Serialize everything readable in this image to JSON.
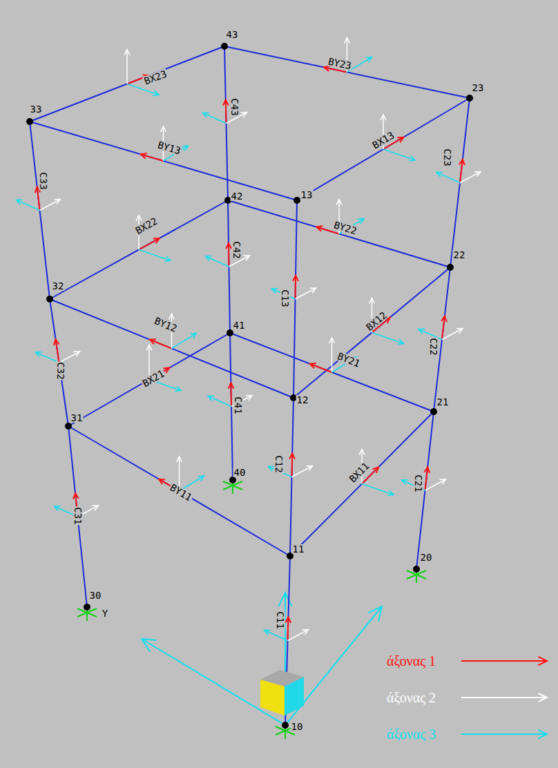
{
  "diagram": {
    "labels": [
      "43",
      "33",
      "23",
      "13",
      "42",
      "32",
      "22",
      "12",
      "41",
      "31",
      "21",
      "11",
      "40",
      "30",
      "20",
      "10",
      "BX23",
      "BY23",
      "BY13",
      "BX13",
      "C43",
      "C33",
      "C23",
      "BX22",
      "BY22",
      "C42",
      "C13",
      "BX12",
      "C32",
      "BY12",
      "BY21",
      "BX21",
      "C41",
      "C22",
      "C12",
      "BY11",
      "BX11",
      "C31",
      "C21",
      "C11",
      "Y"
    ],
    "legend": [
      {
        "text": "άξονας 1"
      },
      {
        "text": "άξονας 2"
      },
      {
        "text": "άξονας 3"
      }
    ]
  }
}
